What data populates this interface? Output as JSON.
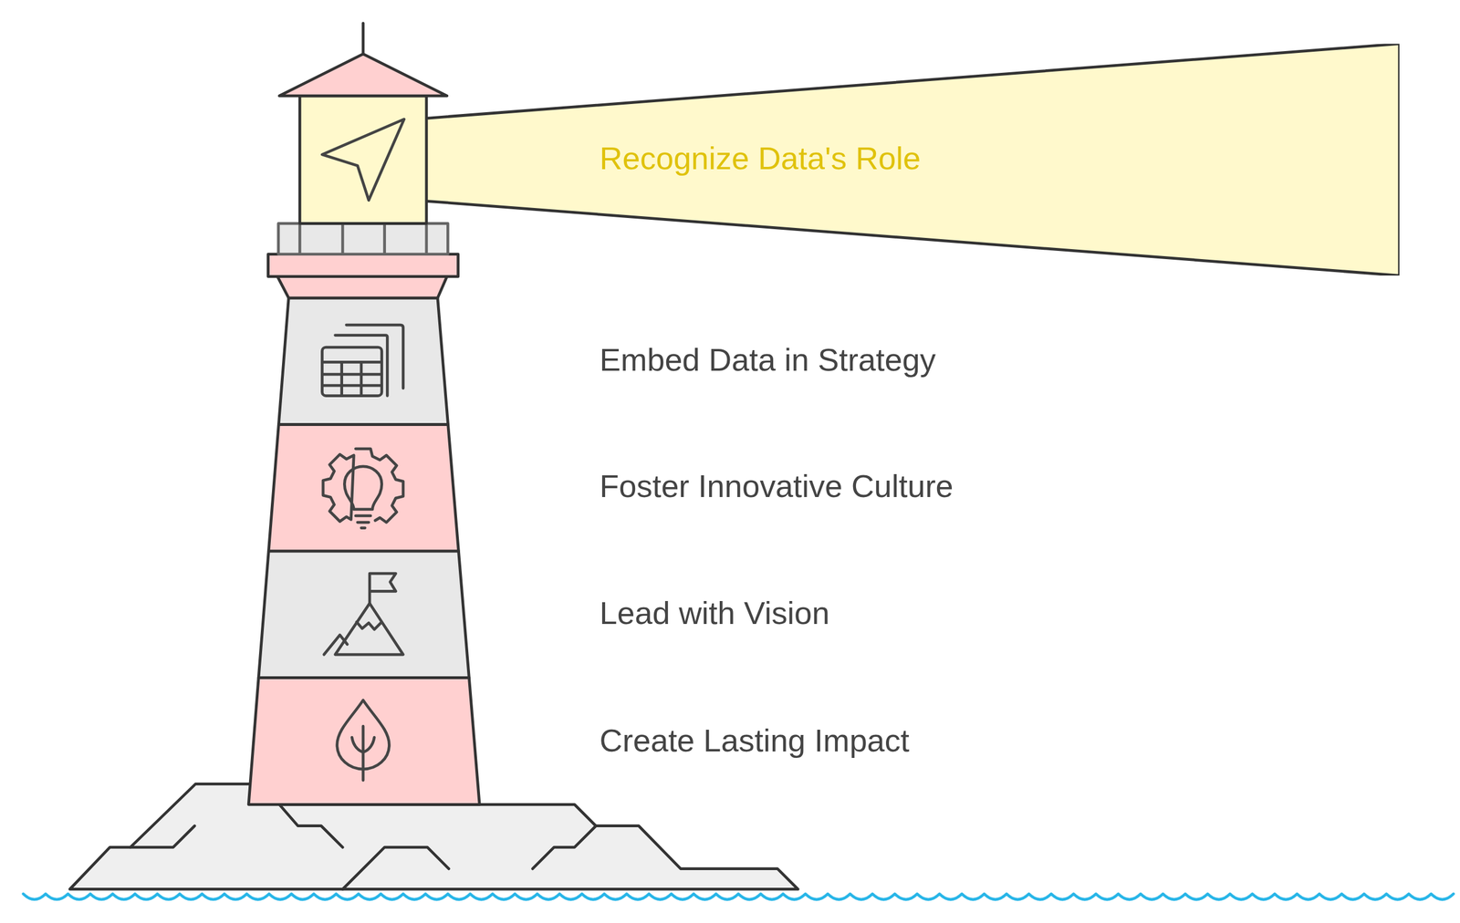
{
  "diagram": {
    "nodes": [
      {
        "text": [
          "Recognize Data's Role"
        ]
      }
    ],
    "labels": [
      "Embed Data in Strategy",
      "Foster Innovative Culture",
      "Lead with Vision",
      "Create Lasting Impact"
    ]
  }
}
